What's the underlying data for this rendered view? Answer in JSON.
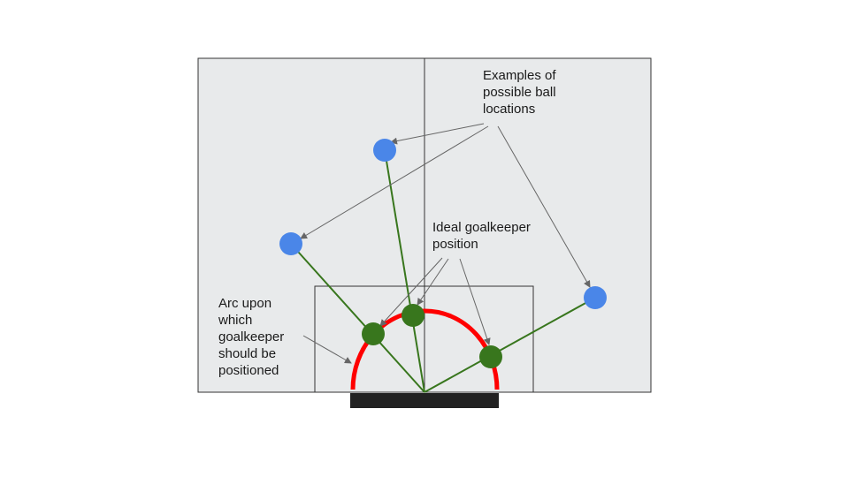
{
  "labels": {
    "ball_locations": [
      "Examples of",
      "possible ball",
      "locations"
    ],
    "goalkeeper_position": [
      "Ideal goalkeeper",
      "position"
    ],
    "arc": [
      "Arc upon",
      "which",
      "goalkeeper",
      "should be",
      "positioned"
    ]
  },
  "colors": {
    "field": "#e8eaeb",
    "field_border": "#333333",
    "arc": "#ff0000",
    "ball": "#4a86e8",
    "goalkeeper": "#38761d",
    "sight_line": "#38761d",
    "annotation_arrow": "#666666",
    "goal": "#222222"
  },
  "legend_items": {
    "ball": "ball-marker",
    "goalkeeper": "goalkeeper-marker"
  }
}
